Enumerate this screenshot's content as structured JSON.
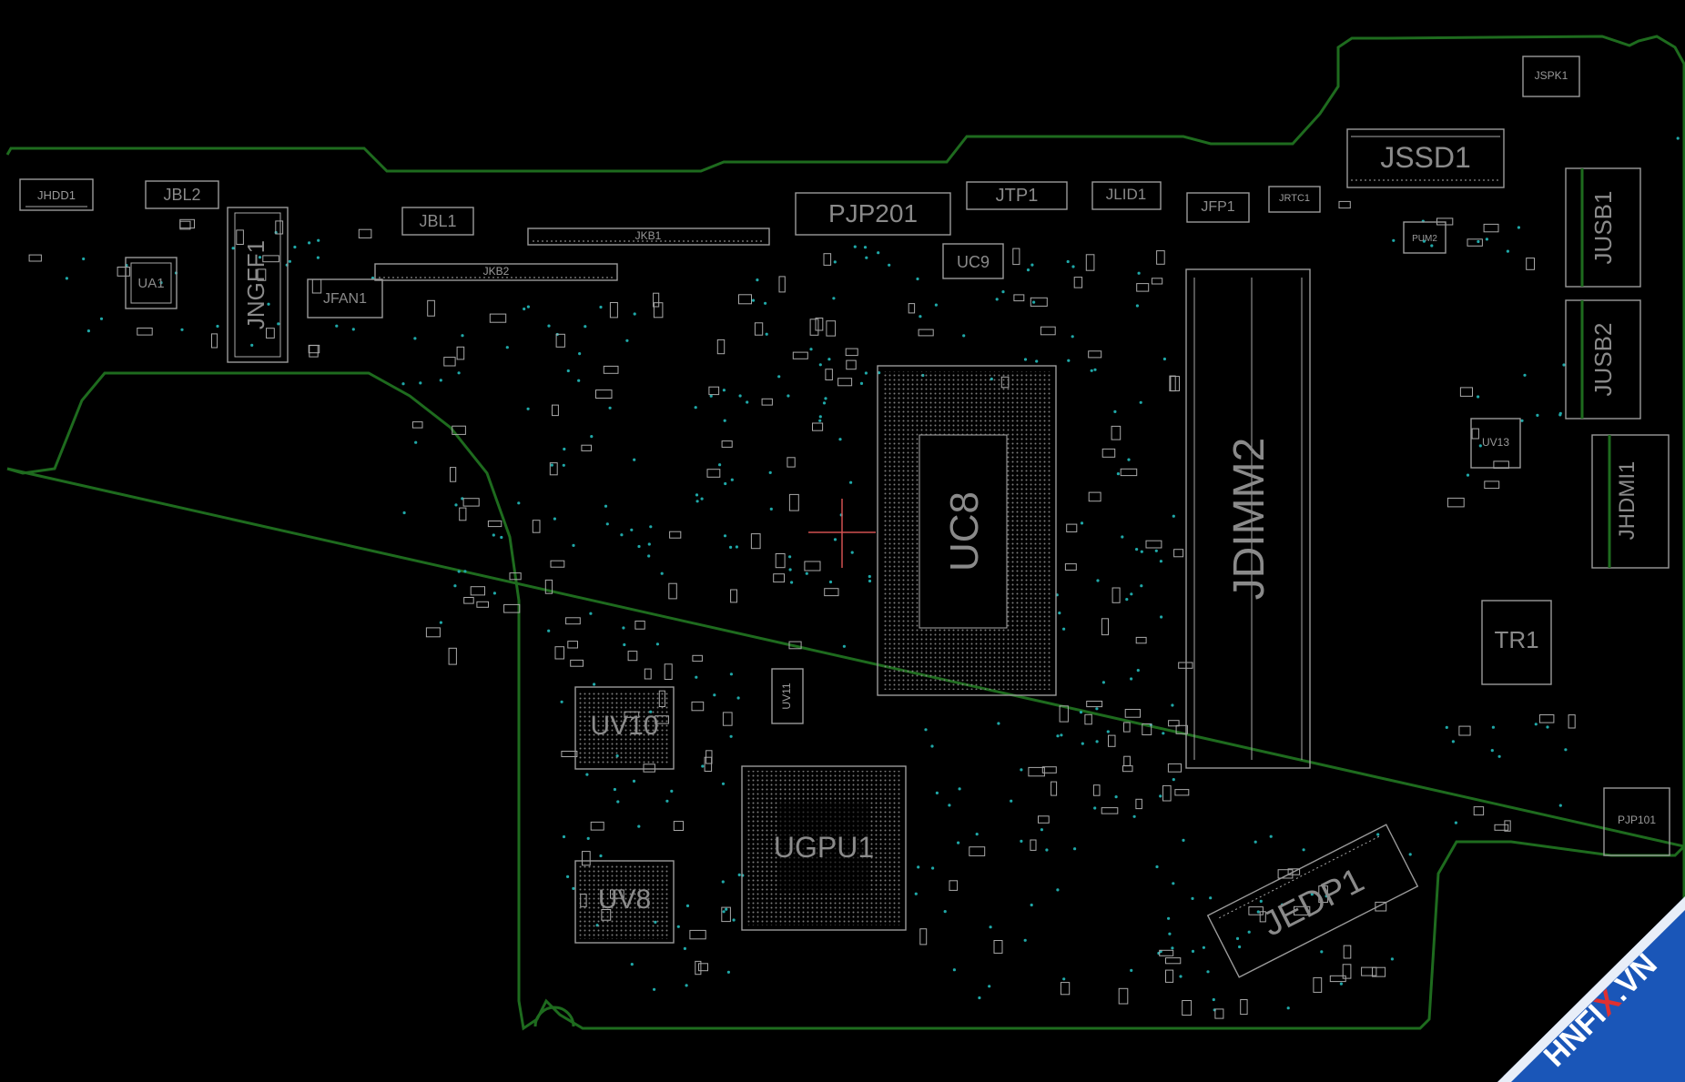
{
  "colors": {
    "background": "#000000",
    "board_outline": "#1e6b1e",
    "silkscreen": "#9a9a9a",
    "via": "#1fa8a8",
    "cursor": "#d05050",
    "watermark_band": "#1a56b8",
    "watermark_accent": "#e03030"
  },
  "components": {
    "JHDD1": "JHDD1",
    "JBL2": "JBL2",
    "UA1": "UA1",
    "JNGFF1": "JNGFF1",
    "JFAN1": "JFAN1",
    "JBL1": "JBL1",
    "JKB1": "JKB1",
    "JKB2": "JKB2",
    "PJP201": "PJP201",
    "JTP1": "JTP1",
    "JLID1": "JLID1",
    "JFP1": "JFP1",
    "JRTC1": "JRTC1",
    "JSSD1": "JSSD1",
    "JSPK1": "JSPK1",
    "PUM2": "PUM2",
    "JUSB1": "JUSB1",
    "JUSB2": "JUSB2",
    "UC9": "UC9",
    "UC8": "UC8",
    "JDIMM2": "JDIMM2",
    "UV13": "UV13",
    "JHDMI1": "JHDMI1",
    "TR1": "TR1",
    "UV10": "UV10",
    "UV11": "UV11",
    "UGPU1": "UGPU1",
    "UV8": "UV8",
    "JEDP1": "JEDP1",
    "PJP101": "PJP101"
  },
  "watermark": {
    "text_pre": "HNFI",
    "text_accent": "X",
    "text_post": ".VN"
  }
}
